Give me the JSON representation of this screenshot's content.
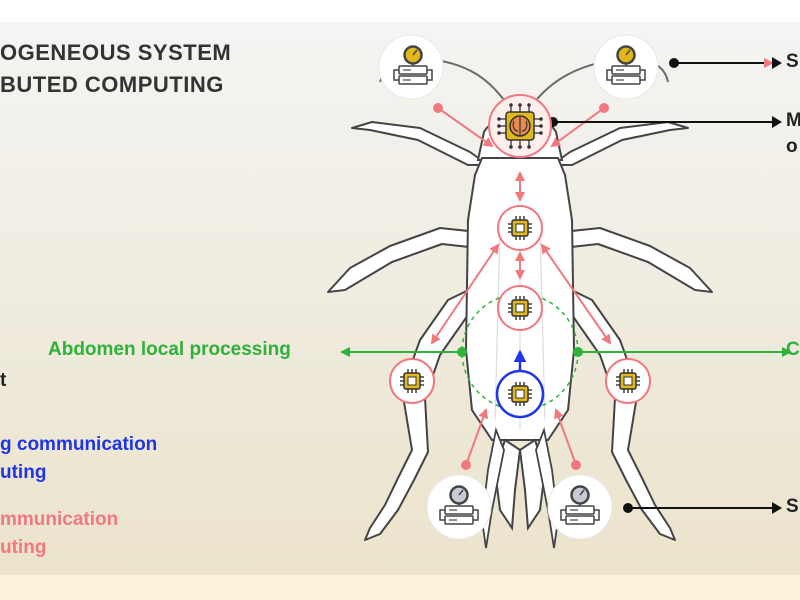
{
  "title": {
    "line1": "OGENEOUS SYSTEM",
    "line2": "BUTED COMPUTING"
  },
  "labels": {
    "abdomen_local": "Abdomen local processing",
    "left_partial_t": "t",
    "blue_line1": "g communication",
    "blue_line2": "uting",
    "pink_line1": "mmunication",
    "pink_line2": "uting",
    "right_s_top": "S",
    "right_m": "M",
    "right_o": "o",
    "right_c": "C",
    "right_s_bottom": "S"
  },
  "icons": {
    "top_left_sensor": "sensor-gauge-icon",
    "top_right_sensor": "sensor-gauge-icon",
    "brain": "brain-chip-icon",
    "processor": "chip-icon",
    "bottom_left_sensor": "sensor-gauge-icon",
    "bottom_right_sensor": "sensor-gauge-icon"
  },
  "colors": {
    "green": "#2db23a",
    "blue": "#1f35e6",
    "pink": "#f0787f",
    "chip": "#e0b81c",
    "background_top": "#f4f3f1",
    "background_bottom": "#ebe2c9"
  }
}
